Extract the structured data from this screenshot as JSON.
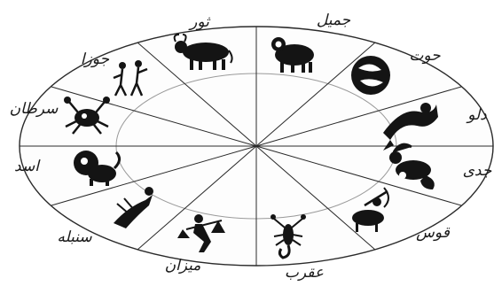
{
  "diagram": {
    "signs": [
      {
        "label": "جمیل",
        "icon": "aries-ram-icon"
      },
      {
        "label": "حوت",
        "icon": "pisces-fish-icon"
      },
      {
        "label": "دلو",
        "icon": "aquarius-icon"
      },
      {
        "label": "جدی",
        "icon": "capricorn-goat-icon"
      },
      {
        "label": "قوس",
        "icon": "sagittarius-archer-icon"
      },
      {
        "label": "عقرب",
        "icon": "scorpio-scorpion-icon"
      },
      {
        "label": "میزان",
        "icon": "libra-scales-icon"
      },
      {
        "label": "سنبله",
        "icon": "virgo-maiden-icon"
      },
      {
        "label": "اسد",
        "icon": "leo-lion-icon"
      },
      {
        "label": "سرطان",
        "icon": "cancer-crab-icon"
      },
      {
        "label": "جوزا",
        "icon": "gemini-twins-icon"
      },
      {
        "label": "ثور",
        "icon": "taurus-bull-icon"
      }
    ]
  }
}
